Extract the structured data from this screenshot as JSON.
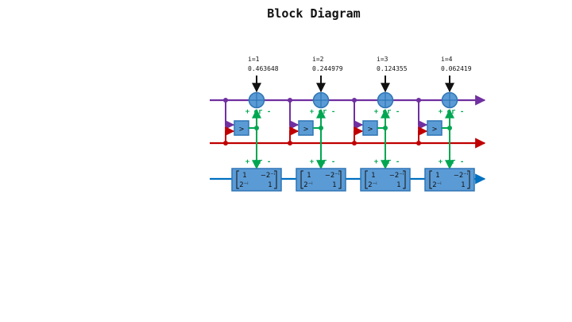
{
  "title": "Block Diagram",
  "colors": {
    "purple": "#7030a0",
    "red": "#c00000",
    "green": "#00a651",
    "blue": "#0070c0",
    "block_fill": "#5b9bd5",
    "block_stroke": "#2e75b6"
  },
  "stages": [
    {
      "index_label": "i=1",
      "angle": "0.463648",
      "sign_top": "+ or -",
      "sign_bottom": "+ or -",
      "comparator": ">",
      "matrix": {
        "r1c1": "1",
        "r1c2": "−2⁻ⁱ",
        "r2c1": "2⁻ⁱ",
        "r2c2": "1"
      }
    },
    {
      "index_label": "i=2",
      "angle": "0.244979",
      "sign_top": "+ or -",
      "sign_bottom": "+ or -",
      "comparator": ">",
      "matrix": {
        "r1c1": "1",
        "r1c2": "−2⁻ⁱ",
        "r2c1": "2⁻ⁱ",
        "r2c2": "1"
      }
    },
    {
      "index_label": "i=3",
      "angle": "0.124355",
      "sign_top": "+ or -",
      "sign_bottom": "+ or -",
      "comparator": ">",
      "matrix": {
        "r1c1": "1",
        "r1c2": "−2⁻ⁱ",
        "r2c1": "2⁻ⁱ",
        "r2c2": "1"
      }
    },
    {
      "index_label": "i=4",
      "angle": "0.062419",
      "sign_top": "+ or -",
      "sign_bottom": "+ or -",
      "comparator": ">",
      "matrix": {
        "r1c1": "1",
        "r1c2": "−2⁻ⁱ",
        "r2c1": "2⁻ⁱ",
        "r2c2": "1"
      }
    }
  ]
}
